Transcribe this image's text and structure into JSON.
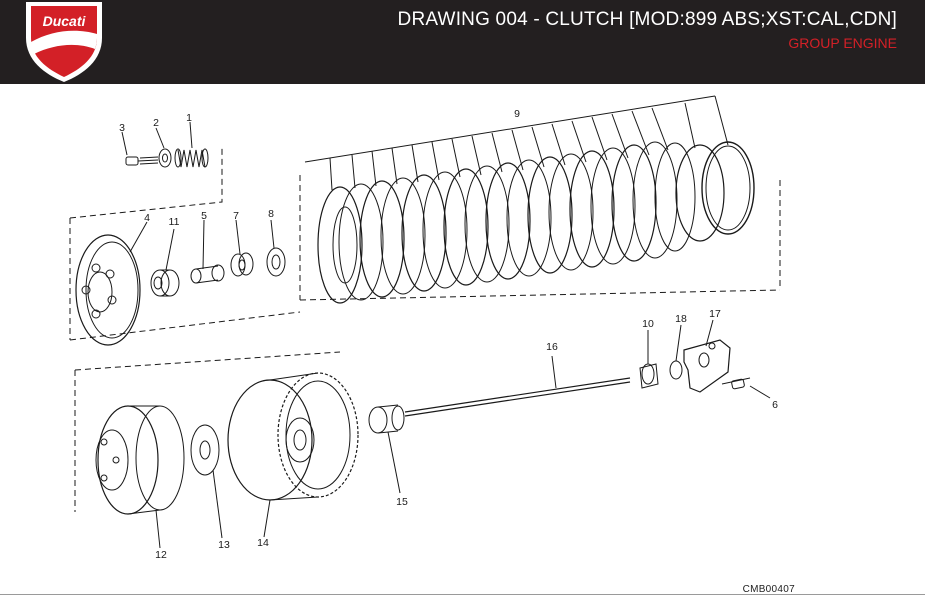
{
  "header": {
    "brand": "Ducati",
    "title": "DRAWING 004 - CLUTCH [MOD:899 ABS;XST:CAL,CDN]",
    "group": "GROUP ENGINE"
  },
  "callouts": [
    "1",
    "2",
    "3",
    "4",
    "5",
    "6",
    "7",
    "8",
    "9",
    "10",
    "11",
    "12",
    "13",
    "14",
    "15",
    "16",
    "17",
    "18"
  ],
  "drawing_code": "CMB00407",
  "colors": {
    "header_bg": "#231f20",
    "accent": "#d32027",
    "line": "#1a1a1a"
  }
}
